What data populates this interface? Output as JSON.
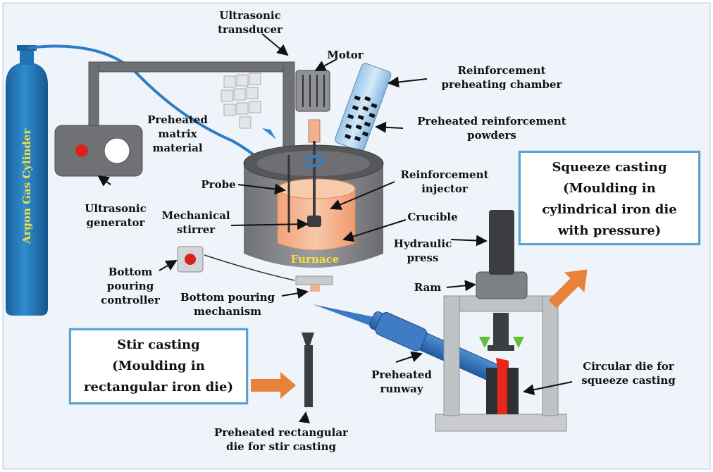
{
  "labels": {
    "ultrasonic_transducer": [
      "Ultrasonic",
      "transducer"
    ],
    "motor": "Motor",
    "reinforcement_chamber": [
      "Reinforcement",
      "preheating chamber"
    ],
    "preheated_matrix": [
      "Preheated",
      "matrix",
      "material"
    ],
    "preheated_powders": [
      "Preheated reinforcement",
      "powders"
    ],
    "reinforcement_injector": [
      "Reinforcement",
      "injector"
    ],
    "probe": "Probe",
    "ultrasonic_generator": [
      "Ultrasonic",
      "generator"
    ],
    "mechanical_stirrer": [
      "Mechanical",
      "stirrer"
    ],
    "crucible": "Crucible",
    "hydraulic_press": [
      "Hydraulic",
      "press"
    ],
    "furnace": "Furnace",
    "bottom_pouring_controller": [
      "Bottom",
      "pouring",
      "controller"
    ],
    "ram": "Ram",
    "bottom_pouring_mechanism": [
      "Bottom pouring",
      "mechanism"
    ],
    "argon_gas_cylinder": "Argon Gas Cylinder",
    "preheated_runway": [
      "Preheated",
      "runway"
    ],
    "circular_die": [
      "Circular die for",
      "squeeze casting"
    ],
    "preheated_rect_die": [
      "Preheated rectangular",
      "die for stir casting"
    ]
  },
  "boxes": {
    "squeeze_casting": [
      "Squeeze casting",
      "(Moulding in",
      "cylindrical iron die",
      "with pressure)"
    ],
    "stir_casting": [
      "Stir casting",
      "(Moulding in",
      "rectangular iron die)"
    ]
  },
  "colors": {
    "background": "#eef4f9",
    "steel": "#7b7d80",
    "melt": "#f4b48c",
    "molten_metal": "#e8261c",
    "argon": "#2a7fc0",
    "arrow_orange": "#e8823a",
    "box_border": "#5aa2d0"
  }
}
